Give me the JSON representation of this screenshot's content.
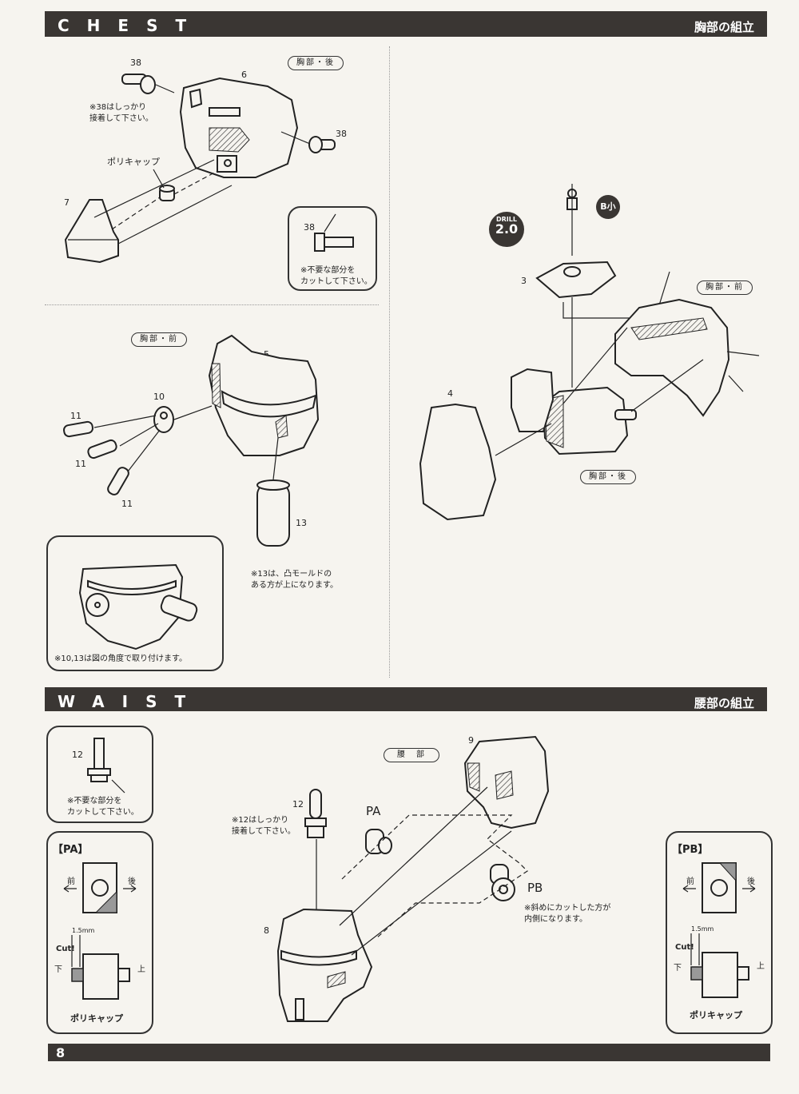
{
  "chest": {
    "title": "CHEST",
    "title_jp": "胸部の組立",
    "pill_back_1": "胸部・後",
    "pill_front_1": "胸部・前",
    "pill_front_2": "胸部・前",
    "pill_back_2": "胸部・後",
    "note_38_glue": "※38はしっかり\n接着して下さい。",
    "polycap_label": "ポリキャップ",
    "note_cut": "※不要な部分を\nカットして下さい。",
    "note_13": "※13は、凸モールドの\nある方が上になります。",
    "note_angle": "※10,13は図の角度で取り付けます。",
    "drill_label": "DRILL",
    "drill_value": "2.0",
    "b_small": "B小",
    "parts": {
      "p38a": "38",
      "p6": "6",
      "p38b": "38",
      "p7": "7",
      "p38c": "38",
      "p5": "5",
      "p10": "10",
      "p11a": "11",
      "p11b": "11",
      "p11c": "11",
      "p13": "13",
      "p3": "3",
      "p4": "4"
    }
  },
  "waist": {
    "title": "WAIST",
    "title_jp": "腰部の組立",
    "pill_waist": "腰　部",
    "note_cut": "※不要な部分を\nカットして下さい。",
    "note_12_glue": "※12はしっかり\n接着して下さい。",
    "note_pb": "※斜めにカットした方が\n内側になります。",
    "pa_box_label": "【PA】",
    "pb_box_label": "【PB】",
    "front": "前",
    "back": "後",
    "down": "下",
    "up": "上",
    "cut": "Cut!",
    "mm": "1.5mm",
    "polycap_label": "ポリキャップ",
    "pa": "PA",
    "pb": "PB",
    "parts": {
      "p12a": "12",
      "p12b": "12",
      "p9": "9",
      "p8": "8"
    }
  },
  "page_number": "8"
}
